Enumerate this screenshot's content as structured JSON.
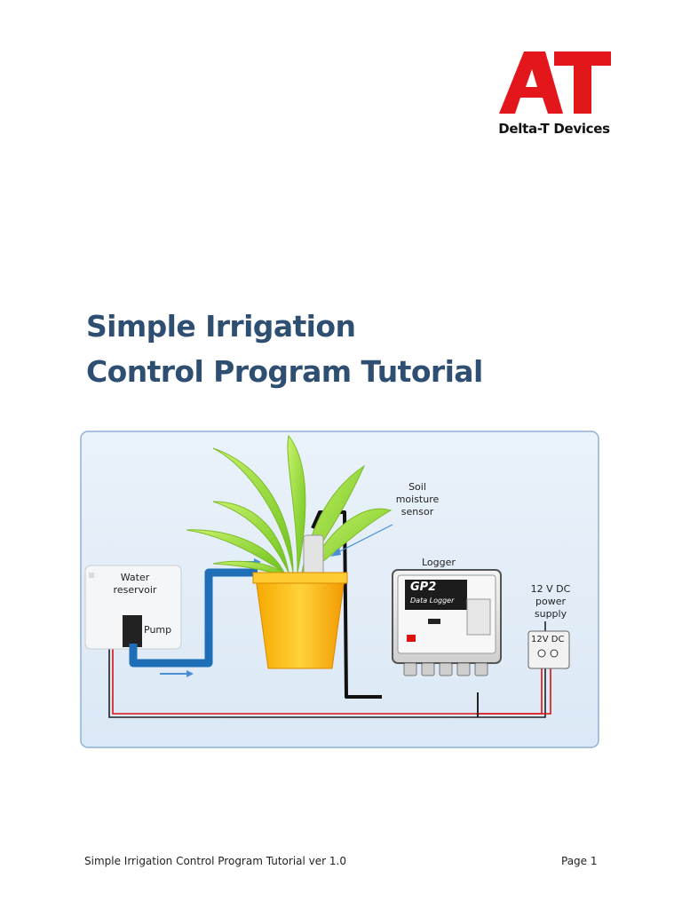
{
  "logo": {
    "mark": "AT",
    "company": "Delta-T Devices",
    "color": "#e2161b"
  },
  "title": {
    "line1": "Simple Irrigation",
    "line2": "Control Program Tutorial",
    "color": "#2e4f72"
  },
  "diagram": {
    "labels": {
      "reservoir_line1": "Water",
      "reservoir_line2": "reservoir",
      "pump": "Pump",
      "sensor_line1": "Soil",
      "sensor_line2": "moisture",
      "sensor_line3": "sensor",
      "logger": "Logger",
      "power_line1": "12 V DC",
      "power_line2": "power",
      "power_line3": "supply",
      "power_box": "12V DC",
      "logger_brand": "GP2",
      "logger_sub": "Data Logger"
    }
  },
  "footer": {
    "left": "Simple Irrigation Control Program Tutorial ver 1.0",
    "right": "Page 1"
  }
}
